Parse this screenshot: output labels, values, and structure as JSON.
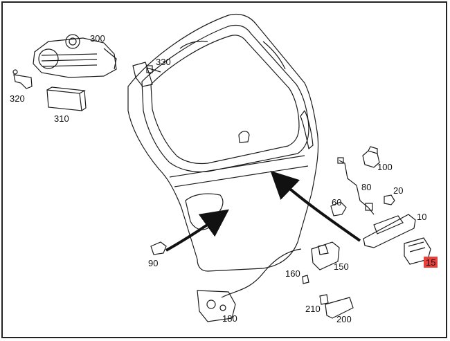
{
  "callouts": {
    "c300": "300",
    "c330": "330",
    "c320": "320",
    "c310": "310",
    "c100": "100",
    "c80": "80",
    "c20": "20",
    "c60": "60",
    "c10": "10",
    "c15": "15",
    "c90": "90",
    "c160": "160",
    "c150": "150",
    "c210": "210",
    "c200": "200",
    "c180": "180"
  },
  "colors": {
    "line": "#1a1a1a",
    "highlight": "#e8403a",
    "arrow": "#111111"
  },
  "highlighted_part": "15"
}
